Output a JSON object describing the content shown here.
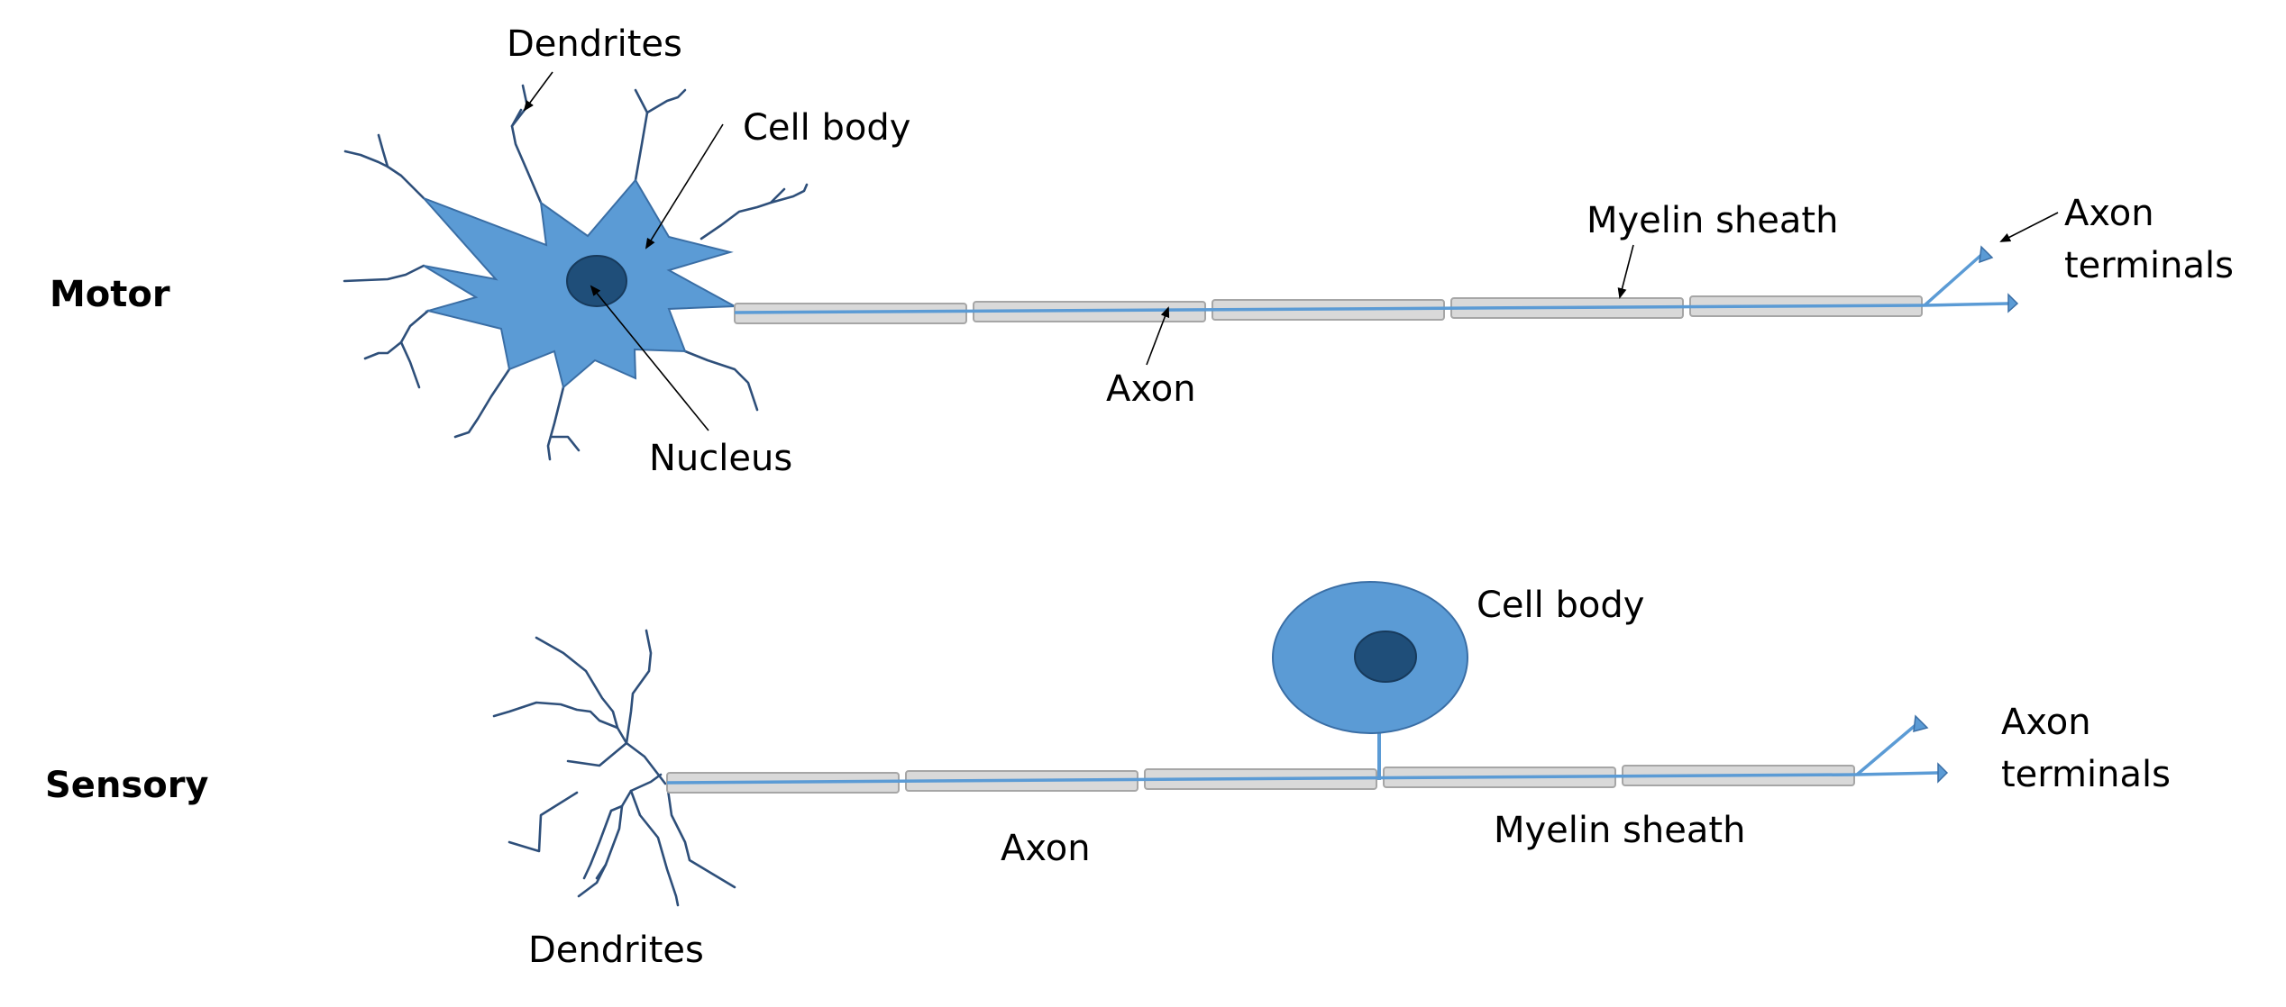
{
  "colors": {
    "cell_fill": "#5b9bd5",
    "cell_outline": "#3a6ea5",
    "nucleus": "#1f4e79",
    "dendrite": "#2e4f7a",
    "myelin_fill": "#d9d9d9",
    "myelin_stroke": "#a6a6a6",
    "label_text": "#000000"
  },
  "motor": {
    "title": "Motor",
    "labels": {
      "dendrites": "Dendrites",
      "cell_body": "Cell body",
      "myelin_sheath": "Myelin sheath",
      "axon_terminals_1": "Axon",
      "axon_terminals_2": "terminals",
      "axon": "Axon",
      "nucleus": "Nucleus"
    }
  },
  "sensory": {
    "title": "Sensory",
    "labels": {
      "cell_body": "Cell body",
      "axon_terminals_1": "Axon",
      "axon_terminals_2": "terminals",
      "axon": "Axon",
      "myelin_sheath": "Myelin sheath",
      "dendrites": "Dendrites"
    }
  }
}
